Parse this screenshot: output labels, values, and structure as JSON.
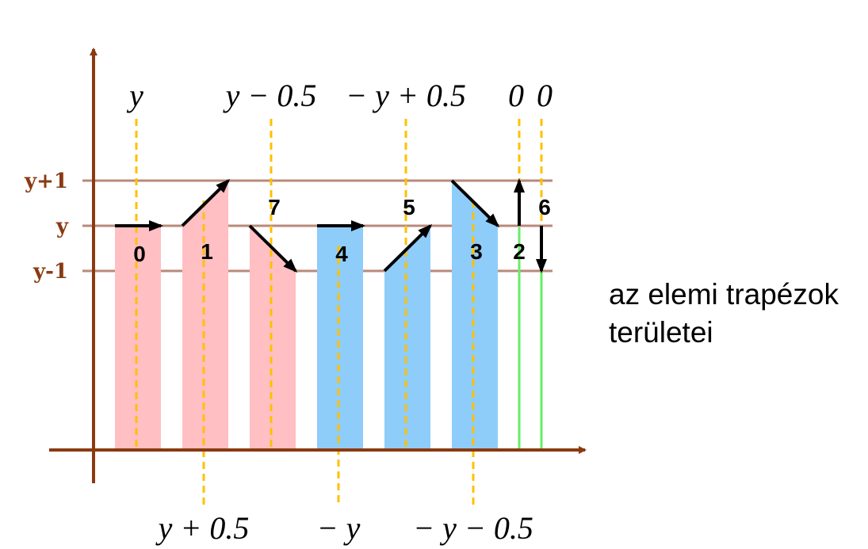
{
  "y_levels": [
    {
      "label": "y+1",
      "level": 1
    },
    {
      "label": "y",
      "level": 0
    },
    {
      "label": "y-1",
      "level": -1
    }
  ],
  "trapezoids": [
    {
      "code": "0",
      "left_level": 0,
      "right_level": 0,
      "color": "#ffbfc3",
      "area": "y",
      "area_pos": "top"
    },
    {
      "code": "1",
      "left_level": 0,
      "right_level": 1,
      "color": "#ffbfc3",
      "area": "y + 0.5",
      "area_pos": "bottom"
    },
    {
      "code": "7",
      "left_level": 0,
      "right_level": -1,
      "color": "#ffbfc3",
      "area": "y − 0.5",
      "area_pos": "top"
    },
    {
      "code": "4",
      "left_level": 0,
      "right_level": 0,
      "color": "#8ecdfa",
      "area": "− y",
      "area_pos": "bottom"
    },
    {
      "code": "5",
      "left_level": -1,
      "right_level": 0,
      "color": "#8ecdfa",
      "area": "− y + 0.5",
      "area_pos": "top"
    },
    {
      "code": "3",
      "left_level": 1,
      "right_level": 0,
      "color": "#8ecdfa",
      "area": "− y − 0.5",
      "area_pos": "bottom"
    }
  ],
  "vertical_steps": [
    {
      "code": "2",
      "from_level": 0,
      "to_level": 1,
      "area": "0"
    },
    {
      "code": "6",
      "from_level": 0,
      "to_level": -1,
      "area": "0"
    }
  ],
  "colors": {
    "axis": "#8a3a10",
    "level_line": "#b88a7a",
    "guide": "#ffc000",
    "step_line": "#66ee66",
    "pink": "#ffbfc3",
    "blue": "#8ecdfa"
  },
  "caption": {
    "line1": "az elemi trapézok",
    "line2": "területei"
  }
}
